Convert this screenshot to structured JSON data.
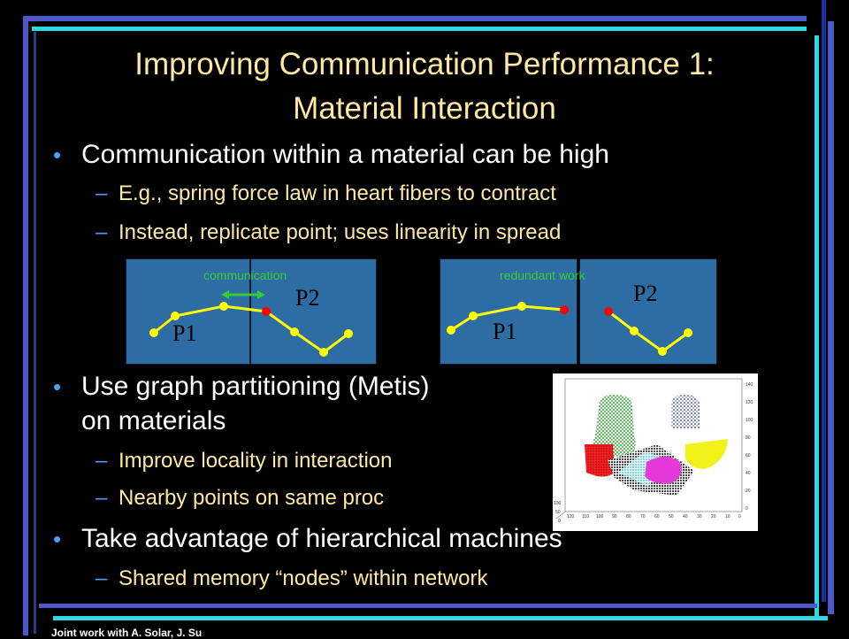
{
  "slide": {
    "title_line1": "Improving Communication Performance 1:",
    "title_line2": "Material Interaction",
    "bullets": [
      "Communication within a material can be high",
      "E.g., spring force law in heart fibers to contract",
      "Instead, replicate point; uses linearity in spread",
      "Use graph partitioning (Metis)",
      "on materials",
      "Improve locality in interaction",
      "Nearby points on same proc",
      "Take advantage of hierarchical machines",
      "Shared memory “nodes” within network"
    ],
    "footer": "Joint work with A. Solar, J. Su"
  },
  "diagram": {
    "left": {
      "label_comm": "communication",
      "p1": "P1",
      "p2": "P2"
    },
    "right": {
      "label_redundant": "redundant work",
      "p1": "P1",
      "p2": "P2"
    }
  },
  "plot_ticks": {
    "y": [
      "140",
      "120",
      "100",
      "80",
      "60",
      "40",
      "20",
      "0"
    ],
    "x": [
      "0",
      "10",
      "20",
      "30",
      "40",
      "50",
      "60",
      "70",
      "80",
      "90",
      "100",
      "110",
      "120"
    ],
    "z": [
      "100",
      "50",
      "0"
    ]
  },
  "colors": {
    "title": "#ffe9a0",
    "bullet_marker": "#4aa0ff",
    "box": "#2e6da4",
    "point": "#ffff00",
    "shared_point": "#ff0000",
    "edge": "#ffff00",
    "label": "#33cc33"
  }
}
